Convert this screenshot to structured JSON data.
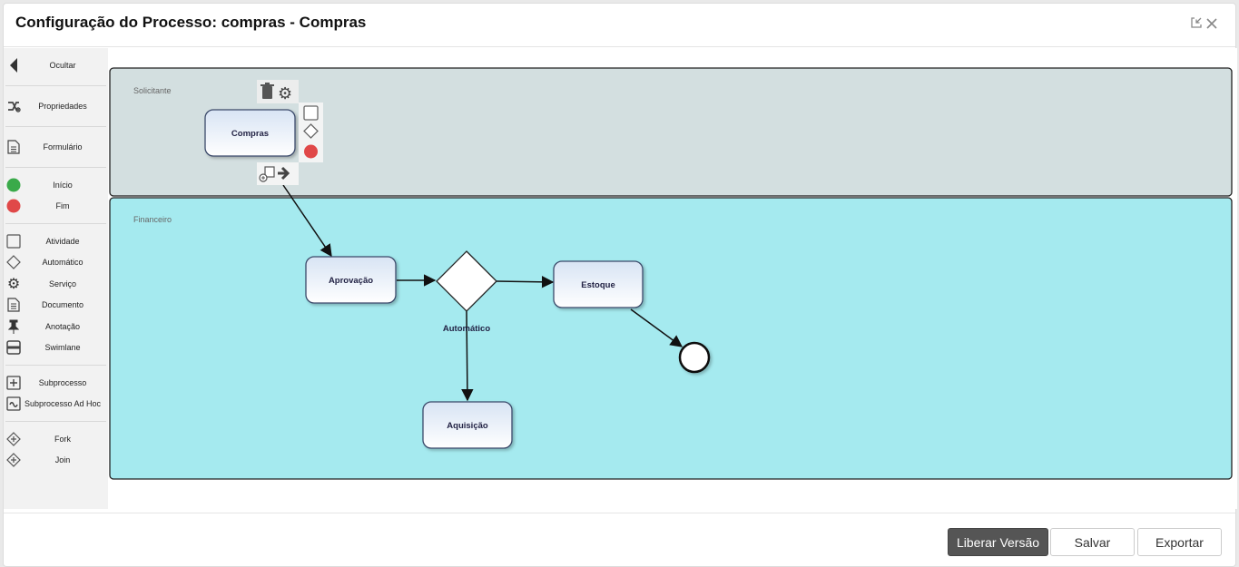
{
  "window": {
    "title": "Configuração do Processo: compras - Compras",
    "icons": [
      "restore-icon",
      "close-icon"
    ]
  },
  "sidebar": {
    "hide": {
      "label": "Ocultar",
      "icon": "caret-left-icon"
    },
    "properties": {
      "label": "Propriedades",
      "icon": "shuffle-icon"
    },
    "form": {
      "label": "Formulário",
      "icon": "form-icon"
    },
    "events": [
      {
        "label": "Início",
        "icon": "start-event-icon",
        "color": "#3aaa4a"
      },
      {
        "label": "Fim",
        "icon": "end-event-icon",
        "color": "#e04848"
      }
    ],
    "elements": [
      {
        "label": "Atividade",
        "icon": "square-icon"
      },
      {
        "label": "Automático",
        "icon": "diamond-icon"
      },
      {
        "label": "Serviço",
        "icon": "gear-icon"
      },
      {
        "label": "Documento",
        "icon": "document-icon"
      },
      {
        "label": "Anotação",
        "icon": "pin-icon"
      },
      {
        "label": "Swimlane",
        "icon": "swimlane-icon"
      }
    ],
    "subprocesses": [
      {
        "label": "Subprocesso",
        "icon": "plus-box-icon"
      },
      {
        "label": "Subprocesso Ad Hoc",
        "icon": "tilde-box-icon"
      }
    ],
    "gateways": [
      {
        "label": "Fork",
        "icon": "fork-icon"
      },
      {
        "label": "Join",
        "icon": "join-icon"
      }
    ]
  },
  "diagram": {
    "lanes": [
      {
        "name": "Solicitante",
        "color": "#d3dfe0"
      },
      {
        "name": "Financeiro",
        "color": "#a5eaef"
      }
    ],
    "tasks": [
      {
        "id": "compras",
        "label": "Compras",
        "lane": "Solicitante",
        "selected": true
      },
      {
        "id": "aprovacao",
        "label": "Aprovação",
        "lane": "Financeiro"
      },
      {
        "id": "estoque",
        "label": "Estoque",
        "lane": "Financeiro"
      },
      {
        "id": "aquisicao",
        "label": "Aquisição",
        "lane": "Financeiro"
      }
    ],
    "gateway": {
      "id": "gw",
      "label": "Automático"
    },
    "end_event": {
      "id": "fim"
    },
    "flows": [
      [
        "compras",
        "aprovacao"
      ],
      [
        "aprovacao",
        "gw"
      ],
      [
        "gw",
        "estoque"
      ],
      [
        "gw",
        "aquisicao"
      ],
      [
        "estoque",
        "fim"
      ]
    ],
    "context_menu": [
      "delete-icon",
      "settings-icon",
      "add-activity-icon",
      "add-gateway-icon",
      "add-end-icon",
      "change-type-icon",
      "connect-arrow-icon"
    ]
  },
  "footer": {
    "release_label": "Liberar Versão",
    "save_label": "Salvar",
    "export_label": "Exportar"
  }
}
